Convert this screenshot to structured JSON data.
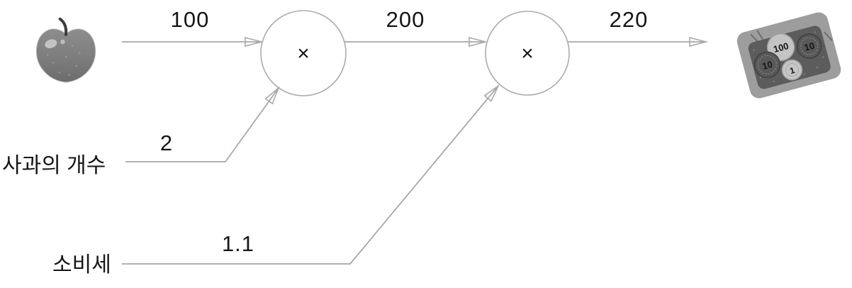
{
  "diagram": {
    "type": "computational-graph",
    "colors": {
      "line": "#a8a8a8",
      "node_stroke": "#ababab",
      "text": "#161616",
      "background": "#ffffff"
    },
    "ops": {
      "mul1": "×",
      "mul2": "×"
    },
    "edges": {
      "apple_price": "100",
      "subtotal": "200",
      "total": "220",
      "apple_count_value": "2",
      "tax_value": "1.1"
    },
    "inputs": {
      "apple_count": "사과의 개수",
      "consumption_tax": "소비세"
    },
    "icons": {
      "source": "apple-icon",
      "sink": "money-tray-icon"
    },
    "money": {
      "coins": {
        "c100": "100",
        "c10a": "10",
        "c10b": "10",
        "c1": "1"
      }
    }
  }
}
